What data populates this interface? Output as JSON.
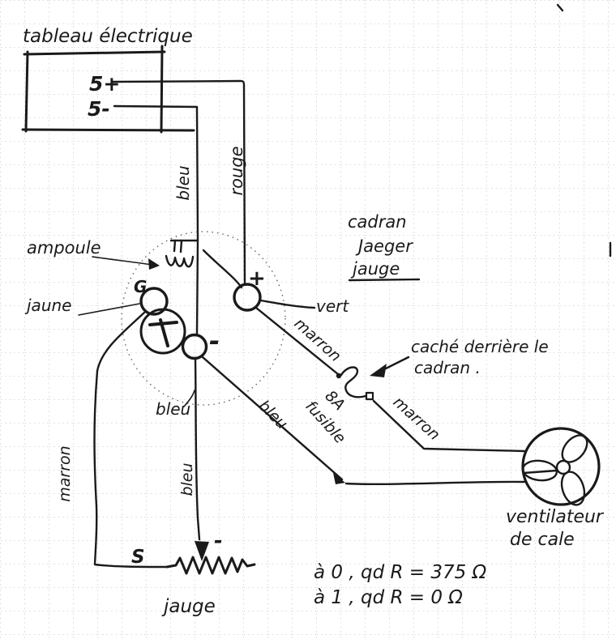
{
  "panel": {
    "title": "tableau électrique",
    "terminal_plus": "5+",
    "terminal_minus": "5-"
  },
  "wires": {
    "blue_top": "bleu",
    "red_top": "rouge",
    "yellow": "jaune",
    "green": "vert",
    "brown_upper": "marron",
    "brown_lower": "marron",
    "brown_left": "marron",
    "blue_mid": "bleu",
    "blue_diagonal": "bleu",
    "blue_vertical": "bleu"
  },
  "bulb": {
    "label": "ampoule"
  },
  "gauge": {
    "name_line1": "cadran",
    "name_line2": "Jaeger",
    "name_line3": "jauge",
    "g_terminal": "G",
    "plus": "+",
    "minus": "-"
  },
  "fuse": {
    "rating": "8A",
    "label": "fusible",
    "note_line1": "caché derrière le",
    "note_line2": "cadran ."
  },
  "fan": {
    "label_line1": "ventilateur",
    "label_line2": "de cale"
  },
  "sender": {
    "terminal": "S",
    "minus": "-",
    "label": "jauge"
  },
  "notes": {
    "r_at_zero": "à 0 , qd R = 375 Ω",
    "r_at_one": "à 1 , qd R = 0 Ω"
  },
  "colors": {
    "ink": "#1a1a1a",
    "grid": "#c4c6cd",
    "paper": "#ffffff",
    "terminal_yellow": "#ffe60a",
    "terminal_green": "#2fd12f",
    "terminal_blue": "#3c5ae6"
  }
}
